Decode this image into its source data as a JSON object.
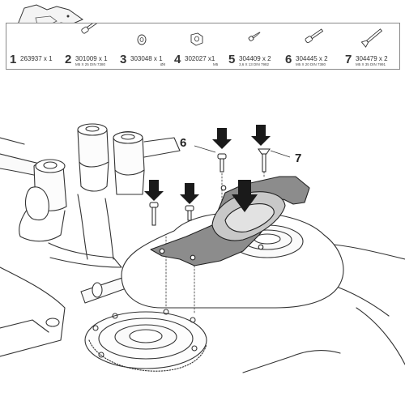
{
  "parts": [
    {
      "num": "1",
      "code": "263937 x 1",
      "spec": "",
      "icon": "bracket-plate-icon"
    },
    {
      "num": "2",
      "code": "301009 x 1",
      "spec": "M5 X 25 DIN 7380",
      "icon": "bolt-icon"
    },
    {
      "num": "3",
      "code": "303048 x 1",
      "spec": "Ø8",
      "icon": "washer-icon"
    },
    {
      "num": "4",
      "code": "302027 x1",
      "spec": "M5",
      "icon": "nut-icon"
    },
    {
      "num": "5",
      "code": "304409 x 2",
      "spec": "3,6 X 13 DIN 7982",
      "icon": "screw-icon"
    },
    {
      "num": "6",
      "code": "304445 x 2",
      "spec": "M5 X 20 DIN 7380",
      "icon": "bolt-icon"
    },
    {
      "num": "7",
      "code": "304479 x 2",
      "spec": "M5 X 35 DIN 7991",
      "icon": "countersunk-bolt-icon"
    }
  ],
  "callouts": {
    "six": "6",
    "seven": "7"
  },
  "colors": {
    "line": "#333333",
    "plate": "#8c8c8c",
    "arrow": "#1a1a1a",
    "panel_border": "#8a8a8a"
  }
}
